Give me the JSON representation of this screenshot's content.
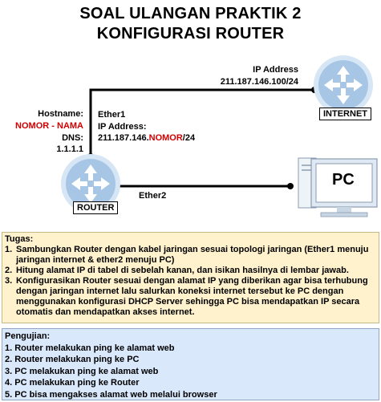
{
  "title": {
    "line1": "SOAL ULANGAN PRAKTIK 2",
    "line2": "KONFIGURASI ROUTER"
  },
  "diagram": {
    "internet": {
      "label": "INTERNET",
      "ip_heading": "IP Address",
      "ip_value": "211.187.146.100/24",
      "icon": "router-icon"
    },
    "router": {
      "label": "ROUTER",
      "icon": "router-icon",
      "hostname_label": "Hostname:",
      "hostname_value_a": "NOMOR",
      "hostname_sep": " - ",
      "hostname_value_b": "NAMA",
      "dns_label": "DNS:",
      "dns_value": "1.1.1.1",
      "ether1_label": "Ether1",
      "ether1_ip_heading": "IP Address:",
      "ether1_ip_prefix": "211.187.146.",
      "ether1_ip_var": "NOMOR",
      "ether1_ip_suffix": "/24",
      "ether2_label": "Ether2"
    },
    "pc": {
      "label": "PC",
      "icon": "computer-icon"
    },
    "colors": {
      "router_fill": "#a7c6e6",
      "router_ring": "#d6e6f5",
      "red_text": "#d00000",
      "pc_screen": "#dfe9f4"
    }
  },
  "tasks": {
    "title": "Tugas:",
    "items": [
      {
        "num": "1.",
        "text": "Sambungkan Router dengan kabel jaringan sesuai topologi jaringan (Ether1 menuju jaringan internet & ether2 menuju PC)"
      },
      {
        "num": "2.",
        "text": "Hitung alamat IP di tabel di sebelah kanan, dan isikan hasilnya di lembar jawab."
      },
      {
        "num": "3.",
        "text": "Konfigurasikan Router sesuai dengan alamat IP yang diberikan agar bisa terhubung dengan jaringan internet lalu salurkan koneksi internet tersebut ke PC dengan menggunakan konfigurasi DHCP Server sehingga PC bisa mendapatkan IP secara otomatis dan mendapatkan akses internet."
      }
    ],
    "bg_color": "#fff2cc"
  },
  "tests": {
    "title": "Pengujian:",
    "items": [
      "1. Router melakukan ping ke alamat web",
      "2. Router melakukan ping ke PC",
      "3. PC melakukan ping ke alamat web",
      "4. PC melakukan ping ke Router",
      "5. PC bisa mengakses alamat web melalui browser"
    ],
    "bg_color": "#dae8fc"
  }
}
